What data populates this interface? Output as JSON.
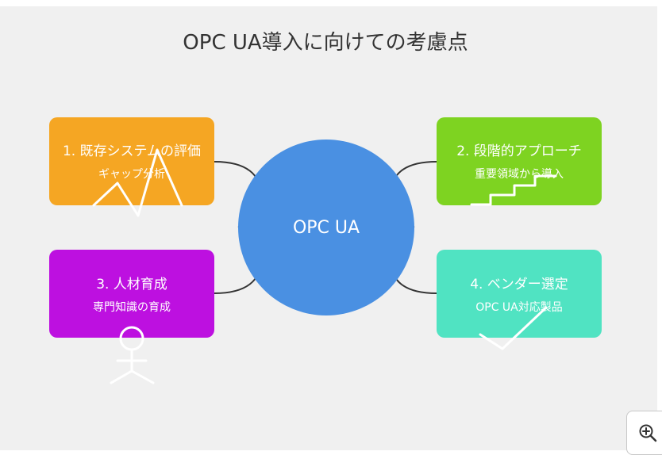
{
  "diagram": {
    "title": "OPC UA導入に向けての考慮点",
    "center": {
      "label": "OPC UA",
      "color": "#4a90e2"
    },
    "boxes": [
      {
        "title": "1. 既存システムの評価",
        "subtitle": "ギャップ分析",
        "color": "#f5a623",
        "icon": "gap-zigzag"
      },
      {
        "title": "2. 段階的アプローチ",
        "subtitle": "重要領域から導入",
        "color": "#7ed321",
        "icon": "stairs"
      },
      {
        "title": "3. 人材育成",
        "subtitle": "専門知識の育成",
        "color": "#bd10e0",
        "icon": "person"
      },
      {
        "title": "4. ベンダー選定",
        "subtitle": "OPC UA対応製品",
        "color": "#50e3c2",
        "icon": "checkmark"
      }
    ]
  },
  "controls": {
    "zoom_icon": "zoom-in-icon"
  }
}
